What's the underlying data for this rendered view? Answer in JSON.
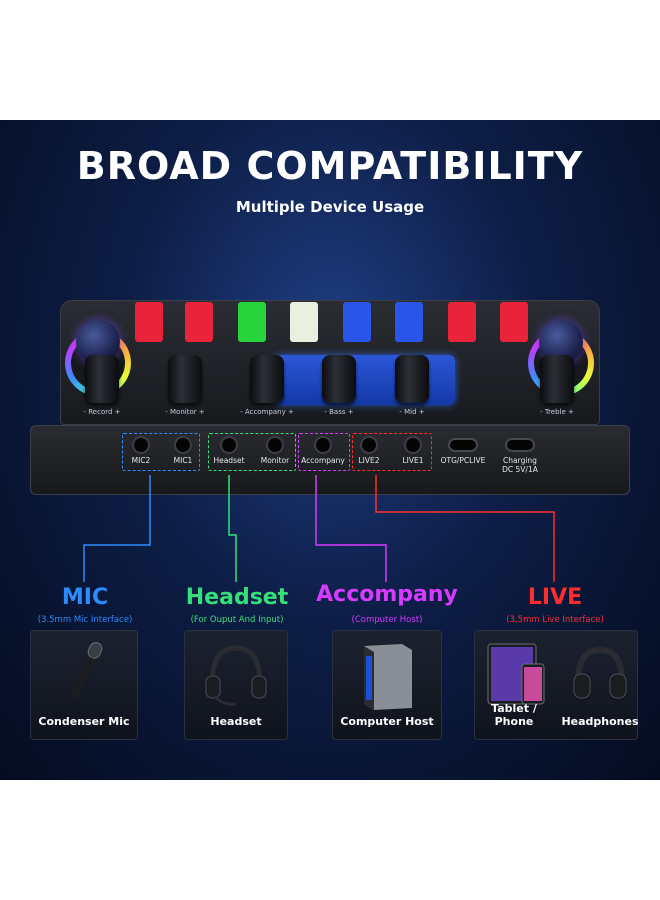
{
  "banner": {
    "title": "BROAD COMPATIBILITY",
    "subtitle": "Multiple Device Usage"
  },
  "device": {
    "knob_labels": [
      "- Record +",
      "- Monitor +",
      "- Accompany +",
      "- Bass +",
      "- Mid +",
      "- Treble +"
    ],
    "ports": {
      "mic2": "MIC2",
      "mic1": "MIC1",
      "headset": "Headset",
      "monitor": "Monitor",
      "accompany": "Accompany",
      "live2": "LIVE2",
      "live1": "LIVE1",
      "otg": "OTG/PCLIVE",
      "charging_line1": "Charging",
      "charging_line2": "DC 5V/1A"
    }
  },
  "categories": {
    "mic": {
      "title": "MIC",
      "subtitle": "(3.5mm Mic Interface)",
      "color": "#2b8cff"
    },
    "headset": {
      "title": "Headset",
      "subtitle": "(For Ouput And Input)",
      "color": "#35e07a"
    },
    "accompany": {
      "title": "Accompany",
      "subtitle": "(Computer Host)",
      "color": "#d63cff"
    },
    "live": {
      "title": "LIVE",
      "subtitle": "(3.5mm Live Interface)",
      "color": "#ff2e2e"
    }
  },
  "cards": {
    "mic": "Condenser Mic",
    "headset": "Headset",
    "computer": "Computer Host",
    "tablet": "Tablet / Phone",
    "headphones": "Headphones"
  },
  "fader_colors": [
    "#e8233a",
    "#e8233a",
    "#27d43c",
    "#e8f0e0",
    "#2a55e8",
    "#2a55e8",
    "#e8233a",
    "#e8233a"
  ]
}
